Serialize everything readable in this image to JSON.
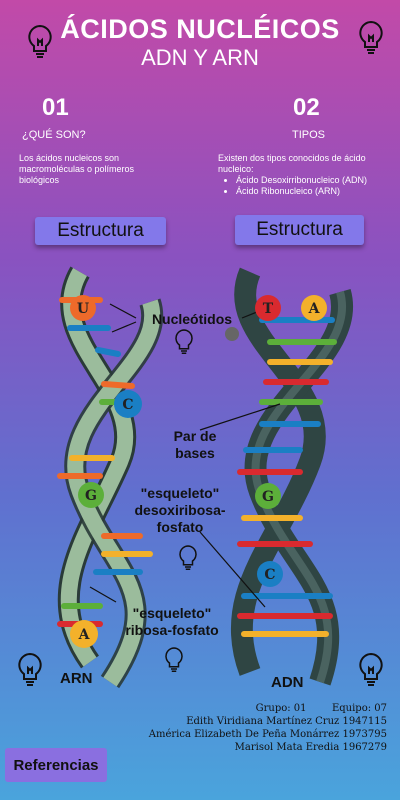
{
  "header": {
    "title": "ÁCIDOS NUCLÉICOS",
    "subtitle": "ADN Y ARN"
  },
  "left": {
    "number": "01",
    "heading": "¿QUÉ SON?",
    "description": "Los ácidos nucleicos son macromoléculas o polímeros biológicos"
  },
  "right": {
    "number": "02",
    "heading": "TIPOS",
    "description": "Existen dos tipos conocidos de ácido nucleico:",
    "items": [
      "Ácido Desoxirribonucleico (ADN)",
      "Ácido Ribonucleico (ARN)"
    ]
  },
  "buttons": {
    "left_structure": "Estructura",
    "right_structure": "Estructura",
    "references": "Referencias"
  },
  "diagram": {
    "labels": {
      "nucleotides": "Nucleótidos",
      "base_pair": "Par de\nbases",
      "deoxy_backbone": "\"esqueleto\"\ndesoxiribosa-\nfosfato",
      "ribo_backbone": "\"esqueleto\"\nribosa-fosfato"
    },
    "rna_name": "ARN",
    "dna_name": "ADN",
    "rna_bases": [
      "U",
      "C",
      "G",
      "A"
    ],
    "dna_bases": [
      "T",
      "A",
      "G",
      "C"
    ],
    "colors": {
      "adenine": "#f3b12b",
      "thymine": "#d92a2f",
      "uracil": "#ee6a2a",
      "cytosine": "#1a7fc4",
      "guanine": "#5caf3a",
      "rna_backbone": "#9bbc9c",
      "dna_backbone": "#2f4543"
    }
  },
  "credits": {
    "group_line": "Grupo: 01        Equipo: 07",
    "members": [
      "Edith Viridiana Martínez Cruz 1947115",
      "América Elizabeth De Peña Monárrez 1973795",
      "Marisol Mata Eredia 1967279"
    ]
  }
}
